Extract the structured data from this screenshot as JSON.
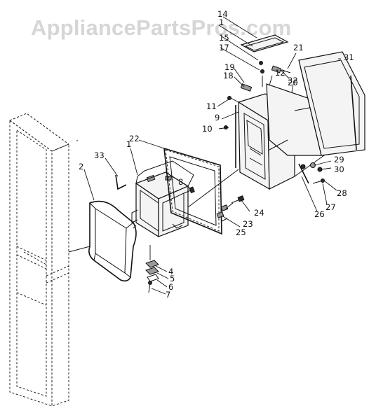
{
  "watermark": "AppliancePartsPros.com",
  "callouts": [
    {
      "id": "c1",
      "text": "1"
    },
    {
      "id": "c1b",
      "text": "1"
    },
    {
      "id": "c2",
      "text": "2"
    },
    {
      "id": "c4",
      "text": "4"
    },
    {
      "id": "c5",
      "text": "5"
    },
    {
      "id": "c6",
      "text": "6"
    },
    {
      "id": "c7",
      "text": "7"
    },
    {
      "id": "c8",
      "text": "8"
    },
    {
      "id": "c9",
      "text": "9"
    },
    {
      "id": "c10",
      "text": "10"
    },
    {
      "id": "c11",
      "text": "11"
    },
    {
      "id": "c12",
      "text": "12"
    },
    {
      "id": "c14",
      "text": "14"
    },
    {
      "id": "c15",
      "text": "15"
    },
    {
      "id": "c17",
      "text": "17"
    },
    {
      "id": "c18",
      "text": "18"
    },
    {
      "id": "c19",
      "text": "19"
    },
    {
      "id": "c20",
      "text": "20"
    },
    {
      "id": "c21",
      "text": "21"
    },
    {
      "id": "c22",
      "text": "22"
    },
    {
      "id": "c23",
      "text": "23"
    },
    {
      "id": "c24",
      "text": "24"
    },
    {
      "id": "c25",
      "text": "25"
    },
    {
      "id": "c26",
      "text": "26"
    },
    {
      "id": "c27",
      "text": "27"
    },
    {
      "id": "c28",
      "text": "28"
    },
    {
      "id": "c29",
      "text": "29"
    },
    {
      "id": "c30",
      "text": "30"
    },
    {
      "id": "c31",
      "text": "31"
    },
    {
      "id": "c32",
      "text": "32"
    },
    {
      "id": "c33",
      "text": "33"
    }
  ]
}
